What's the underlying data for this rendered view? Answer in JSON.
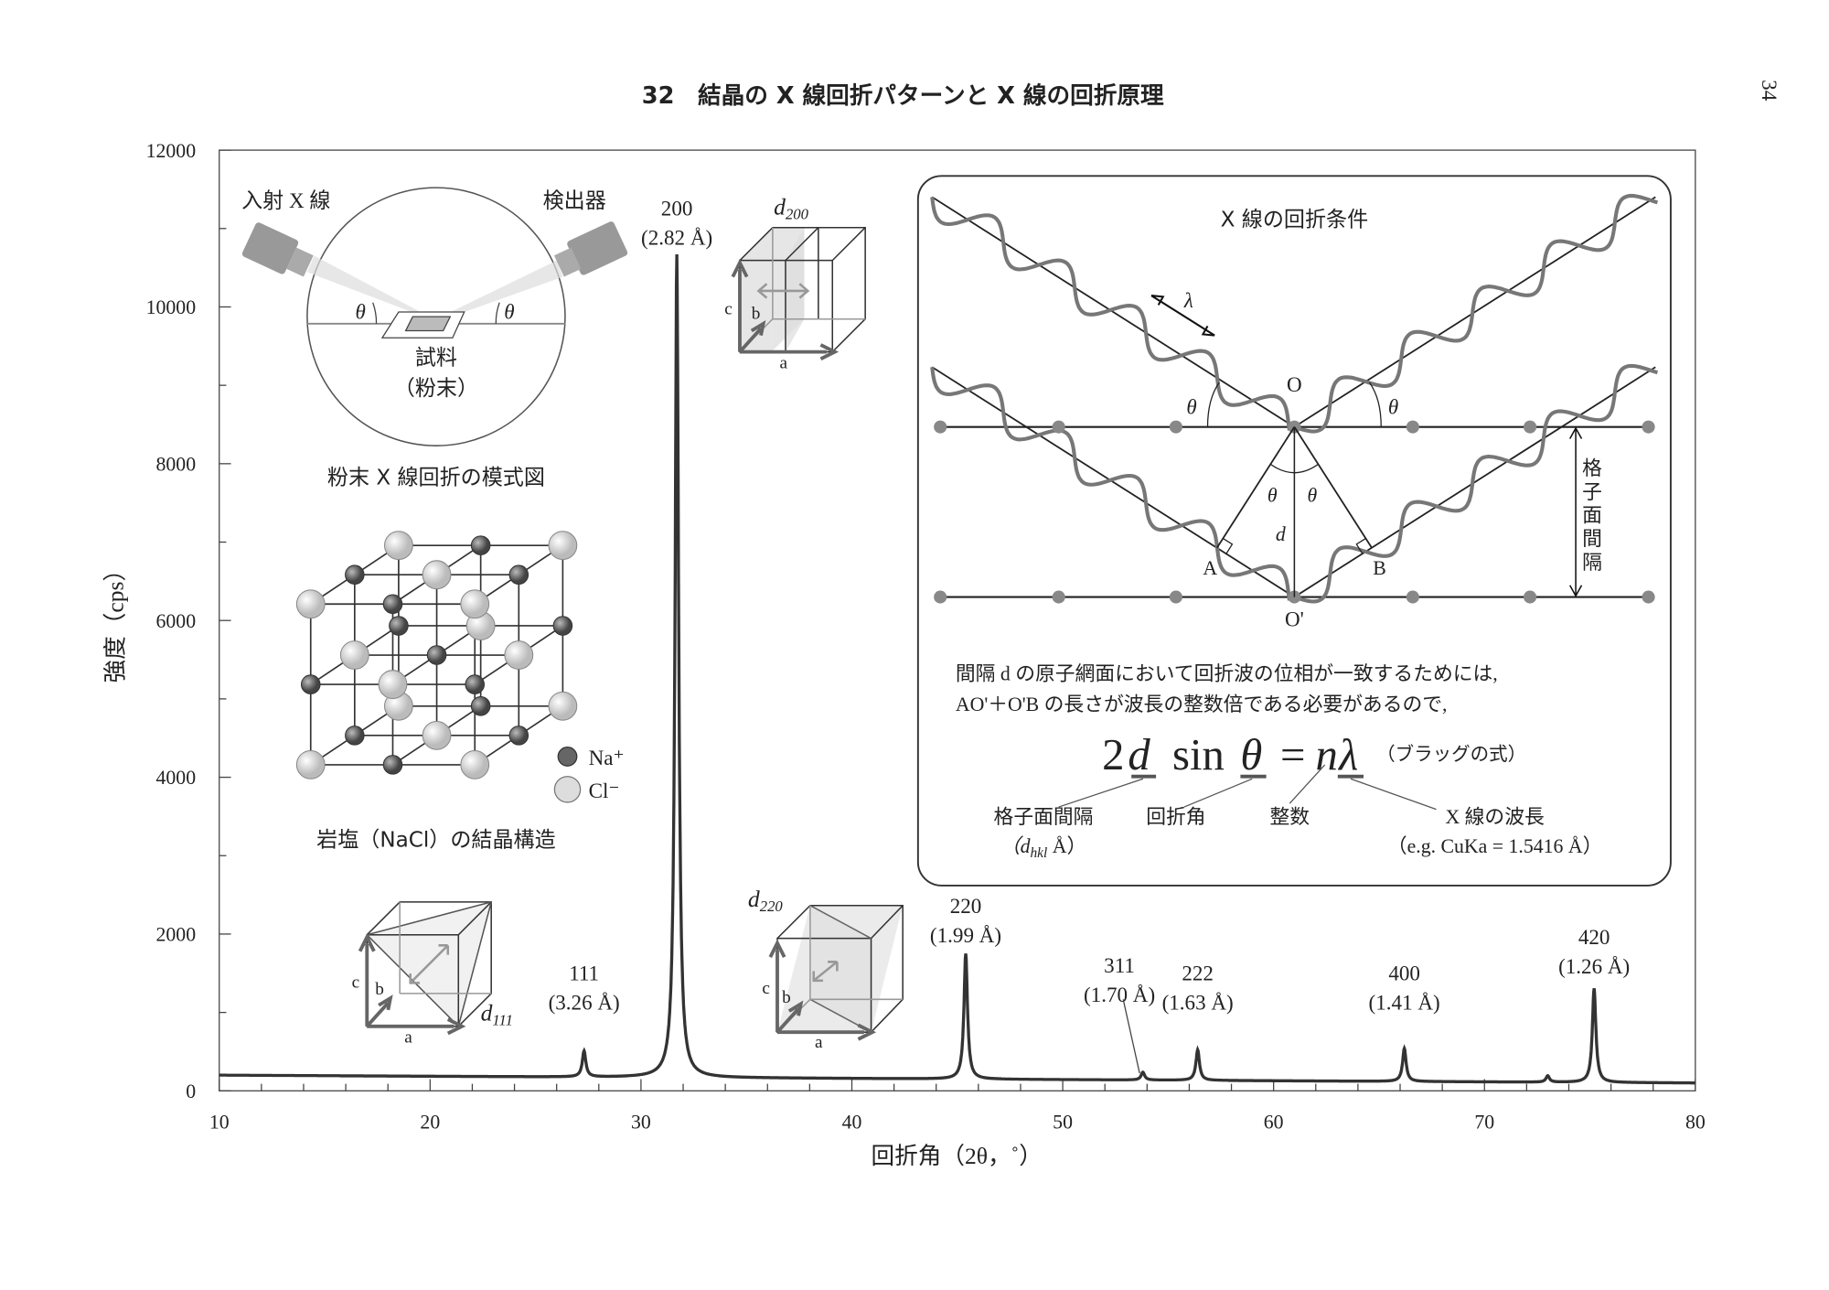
{
  "header": {
    "title": "32　結晶の X 線回折パターンと X 線の回折原理",
    "page_number": "34"
  },
  "chart_data": {
    "type": "line",
    "title": "",
    "xlabel": "回折角（2θ，˚）",
    "ylabel": "強度（cps）",
    "xlim": [
      10,
      80
    ],
    "ylim": [
      0,
      12000
    ],
    "x_ticks": [
      "10",
      "20",
      "30",
      "40",
      "50",
      "60",
      "70",
      "80"
    ],
    "y_ticks": [
      "0",
      "2000",
      "4000",
      "6000",
      "8000",
      "10000",
      "12000"
    ],
    "baseline": {
      "start": 200,
      "end": 100
    },
    "peaks": [
      {
        "hkl": "111",
        "d": "(3.26 Å)",
        "two_theta": 27.3,
        "intensity": 330
      },
      {
        "hkl": "200",
        "d": "(2.82 Å)",
        "two_theta": 31.7,
        "intensity": 10500
      },
      {
        "hkl": "220",
        "d": "(1.99 Å)",
        "two_theta": 45.4,
        "intensity": 1600
      },
      {
        "hkl": "311",
        "d": "(1.70 Å)",
        "two_theta": 53.8,
        "intensity": 100
      },
      {
        "hkl": "222",
        "d": "(1.63 Å)",
        "two_theta": 56.4,
        "intensity": 390
      },
      {
        "hkl": "400",
        "d": "(1.41 Å)",
        "two_theta": 66.2,
        "intensity": 420
      },
      {
        "hkl": "",
        "d": "",
        "two_theta": 73.0,
        "intensity": 80
      },
      {
        "hkl": "420",
        "d": "(1.26 Å)",
        "two_theta": 75.2,
        "intensity": 1200
      }
    ]
  },
  "schematic": {
    "incident": "入射 X 線",
    "detector": "検出器",
    "theta": "θ",
    "sample": "試料",
    "sample_sub": "（粉末）",
    "caption": "粉末 X 線回折の模式図"
  },
  "nacl": {
    "caption": "岩塩（NaCl）の結晶構造",
    "na": "Na⁺",
    "cl": "Cl⁻"
  },
  "cubes": {
    "d200": "d",
    "d200_sub": "200",
    "d220": "d",
    "d220_sub": "220",
    "d111": "d",
    "d111_sub": "111",
    "a": "a",
    "b": "b",
    "c": "c"
  },
  "bragg": {
    "title": "X 線の回折条件",
    "lambda": "λ",
    "O": "O",
    "O2": "O'",
    "A": "A",
    "B": "B",
    "theta": "θ",
    "d": "d",
    "spacing": [
      "格",
      "子",
      "面",
      "間",
      "隔"
    ],
    "text1": "間隔 d の原子網面において回折波の位相が一致するためには,",
    "text2": "AO'＋O'B の長さが波長の整数倍である必要があるので,",
    "eq_2": "2",
    "eq_d": "d",
    "eq_sin": "sin",
    "eq_theta": "θ",
    "eq_eq": "=",
    "eq_n": "n",
    "eq_lambda": "λ",
    "eq_name": "（ブラッグの式）",
    "lbl_d": "格子面間隔",
    "lbl_d_sub": "（d",
    "lbl_d_hkl": "hkl",
    "lbl_d_end": " Å）",
    "lbl_theta": "回折角",
    "lbl_n": "整数",
    "lbl_lambda": "X 線の波長",
    "lbl_lambda_sub": "（e.g. CuKa = 1.5416 Å）"
  },
  "colors": {
    "curve": "#333333",
    "wave": "#777777",
    "dot": "#888888"
  }
}
